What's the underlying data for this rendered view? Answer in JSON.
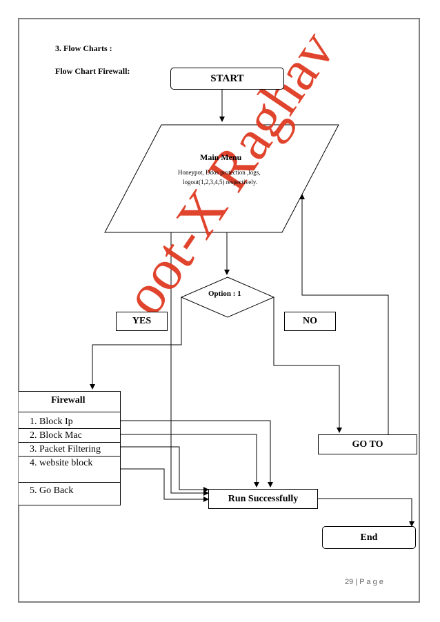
{
  "section_heading": "3. Flow Charts :",
  "sub_heading": "Flow Chart Firewall:",
  "nodes": {
    "start": "START",
    "main_menu_title": "Main Menu",
    "main_menu_line1": "Honeypot, Ddos protection ,logs,",
    "main_menu_line2": "logout(1,2,3,4,5) respectively.",
    "option": "Option : 1",
    "yes": "YES",
    "no": "NO",
    "firewall_title": "Firewall",
    "firewall_items": [
      "1.  Block Ip",
      "2.  Block Mac",
      "3.  Packet Filtering",
      "4.  website block",
      "5.  Go Back"
    ],
    "goto": "GO TO",
    "run": "Run Successfully",
    "end": "End"
  },
  "watermark": "oot-X Raghav",
  "footer": {
    "page_number": "29",
    "separator": "|",
    "page_label": "P a g e"
  }
}
